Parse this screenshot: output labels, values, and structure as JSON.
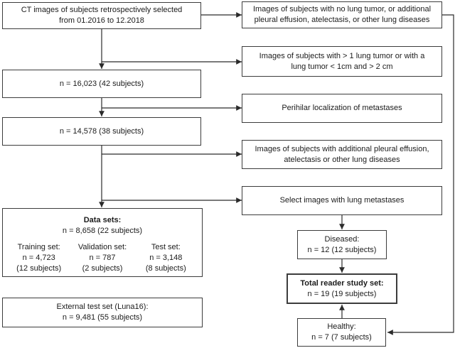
{
  "flowchart": {
    "left": {
      "source": {
        "line1": "CT images of subjects retrospectively selected",
        "line2": "from 01.2016 to 12.2018"
      },
      "n16023": {
        "line1": "n = 16,023 (42 subjects)"
      },
      "n14578": {
        "line1": "n = 14,578 (38 subjects)"
      },
      "datasets": {
        "title": "Data sets:",
        "total": "n = 8,658 (22 subjects)",
        "columns": [
          {
            "name": "Training set:",
            "n": "n = 4,723",
            "subjects": "(12 subjects)"
          },
          {
            "name": "Validation set:",
            "n": "n = 787",
            "subjects": "(2 subjects)"
          },
          {
            "name": "Test set:",
            "n": "n = 3,148",
            "subjects": "(8 subjects)"
          }
        ]
      },
      "external": {
        "line1": "External test set (Luna16):",
        "line2": "n = 9,481 (55 subjects)"
      }
    },
    "right": {
      "excl1": {
        "line1": "Images of subjects with no lung tumor, or additional",
        "line2": "pleural effusion, atelectasis, or other lung diseases"
      },
      "excl2": {
        "line1": "Images of subjects with > 1 lung tumor or with a",
        "line2": "lung tumor < 1cm and > 2 cm"
      },
      "excl3": {
        "line1": "Perihilar localization of metastases"
      },
      "excl4": {
        "line1": "Images of subjects with additional pleural effusion,",
        "line2": "atelectasis or other lung diseases"
      },
      "select": {
        "line1": "Select images with lung metastases"
      },
      "diseased": {
        "line1": "Diseased:",
        "line2": "n = 12 (12 subjects)"
      },
      "total_reader": {
        "line1": "Total reader study set:",
        "line2": "n = 19 (19 subjects)"
      },
      "healthy": {
        "line1": "Healthy:",
        "line2": "n = 7 (7 subjects)"
      }
    }
  }
}
